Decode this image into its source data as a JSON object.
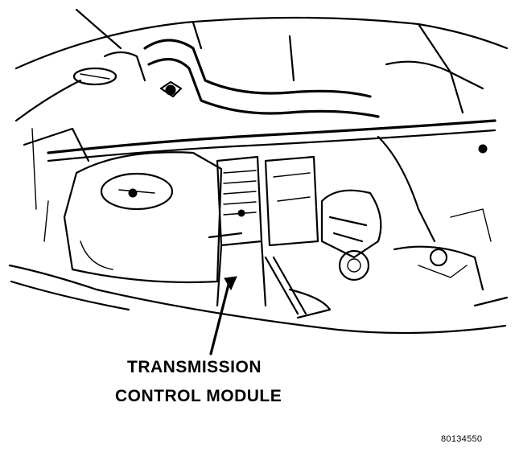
{
  "callout": {
    "line1": "TRANSMISSION",
    "line2": "CONTROL MODULE"
  },
  "figure_id": "80134550"
}
